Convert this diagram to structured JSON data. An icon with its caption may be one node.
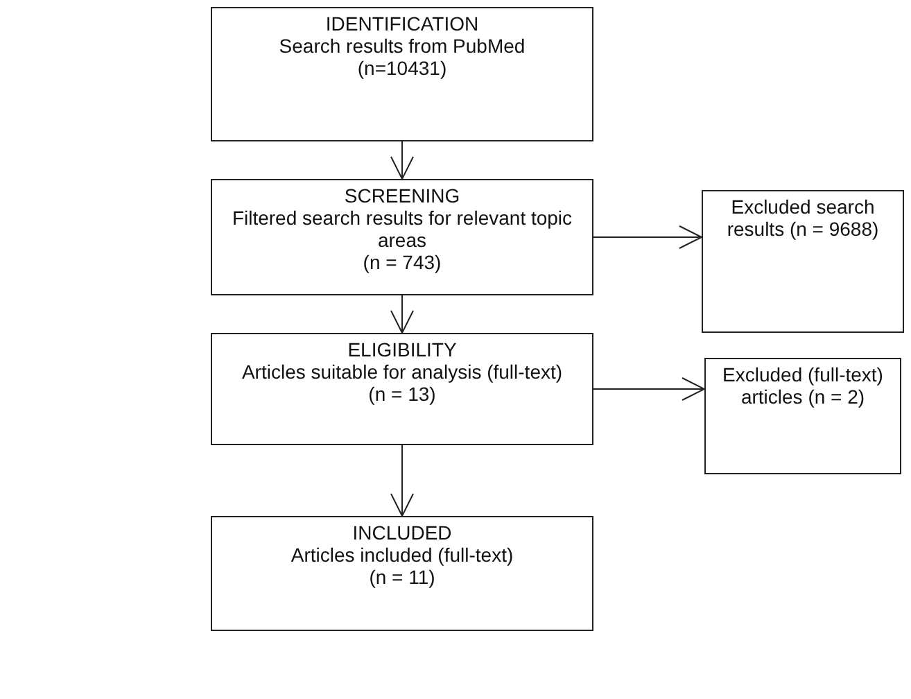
{
  "diagram": {
    "nodes": [
      {
        "text": [
          "IDENTIFICATION",
          "Search results from PubMed",
          "(n=10431)"
        ]
      },
      {
        "text": [
          "SCREENING",
          "Filtered search results for relevant topic areas",
          "(n = 743)"
        ]
      },
      {
        "text": [
          "Excluded search results (n = 9688)"
        ]
      },
      {
        "text": [
          "ELIGIBILITY",
          "Articles suitable for analysis (full-text)",
          "(n = 13)"
        ]
      },
      {
        "text": [
          "Excluded (full-text) articles (n = 2)"
        ]
      },
      {
        "text": [
          "INCLUDED",
          "Articles included (full-text)",
          "(n = 11)"
        ]
      }
    ],
    "edges": [
      {
        "from": 0,
        "to": 1,
        "arrow": "to"
      },
      {
        "from": 1,
        "to": 2,
        "arrow": "to"
      },
      {
        "from": 1,
        "to": 3,
        "arrow": "to"
      },
      {
        "from": 3,
        "to": 4,
        "arrow": "to"
      },
      {
        "from": 3,
        "to": 5,
        "arrow": "to"
      }
    ]
  }
}
